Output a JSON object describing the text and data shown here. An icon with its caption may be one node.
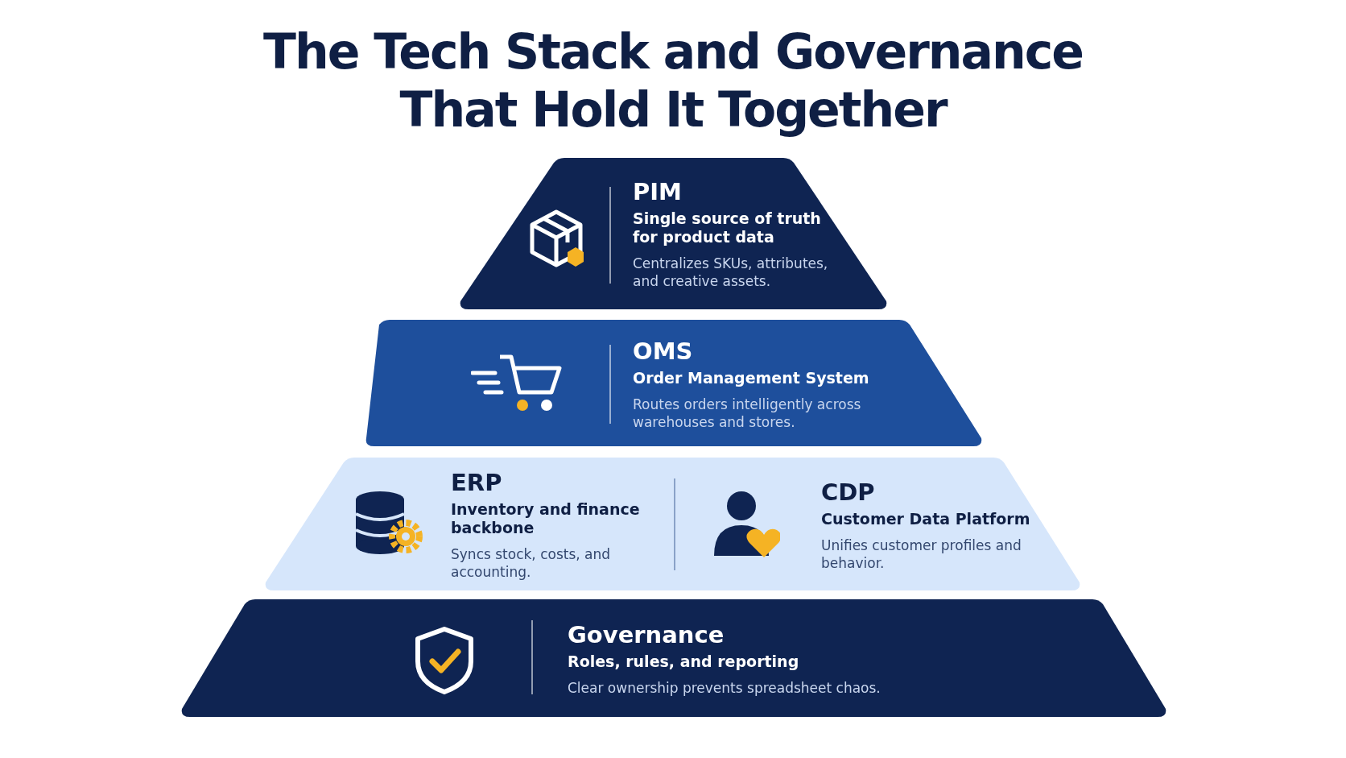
{
  "diagram": {
    "title": "The Tech Stack and Governance That Hold It Together",
    "nodes": [
      {
        "text": [
          "PIM",
          "Single source of truth for product data",
          "Centralizes SKUs, attributes, and creative assets."
        ]
      },
      {
        "text": [
          "OMS",
          "Order Management System",
          "Routes orders intelligently across warehouses and stores."
        ]
      },
      {
        "text": [],
        "shape": "band"
      },
      {
        "text": [
          "ERP",
          "Inventory and finance backbone",
          "Syncs stock, costs, and accounting."
        ],
        "in": 2
      },
      {
        "text": [
          "CDP",
          "Customer Data Platform",
          "Unifies customer profiles and behavior."
        ],
        "in": 2
      },
      {
        "text": [
          "Governance",
          "Roles, rules, and reporting",
          "Clear ownership prevents spreadsheet chaos."
        ]
      }
    ],
    "edges": []
  }
}
